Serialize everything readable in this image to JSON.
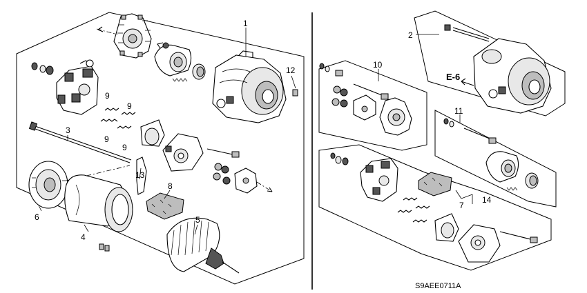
{
  "diagram": {
    "code": "S9AEE0711A",
    "reference_label": "E-6",
    "callouts": {
      "c1": "1",
      "c2": "2",
      "c3": "3",
      "c4": "4",
      "c5": "5",
      "c6": "6",
      "c7": "7",
      "c8": "8",
      "c9a": "9",
      "c9b": "9",
      "c9c": "9",
      "c9d": "9",
      "c10": "10",
      "c11": "11",
      "c12": "12",
      "c13": "13",
      "c14": "14"
    }
  }
}
